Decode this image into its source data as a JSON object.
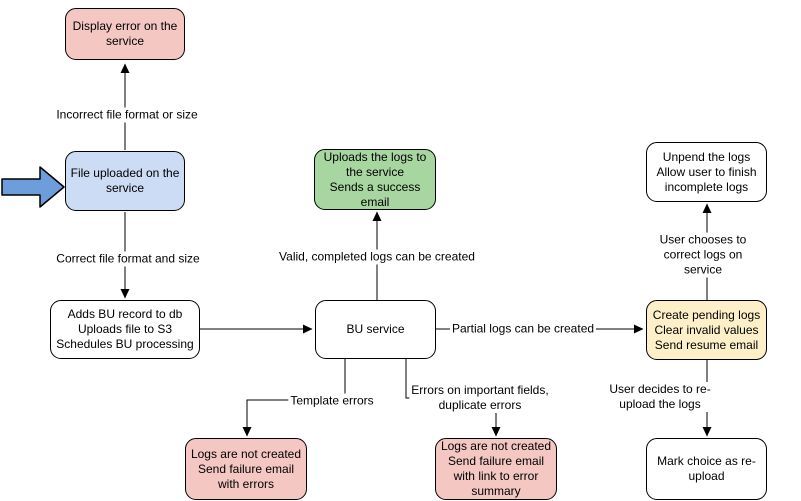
{
  "nodes": {
    "display_error": {
      "label": "Display error on the service",
      "fill": "#f4c7c3"
    },
    "file_uploaded": {
      "label": "File uploaded on the service",
      "fill": "#ccdcf4"
    },
    "adds_bu": {
      "label": "Adds BU record to db\nUploads file to S3\nSchedules BU processing",
      "fill": "#ffffff"
    },
    "bu_service": {
      "label": "BU service",
      "fill": "#ffffff"
    },
    "success": {
      "label": "Uploads the logs to the service\nSends a success email",
      "fill": "#a8d6a0"
    },
    "failure_template": {
      "label": "Logs are not created\nSend failure email with errors",
      "fill": "#f4c7c3"
    },
    "failure_fields": {
      "label": "Logs are not created\nSend failure email with link to error summary",
      "fill": "#f4c7c3"
    },
    "pending": {
      "label": "Create pending logs\nClear invalid values\nSend resume email",
      "fill": "#fdf0c9"
    },
    "unpend": {
      "label": "Unpend the logs\nAllow user to finish incomplete logs",
      "fill": "#ffffff"
    },
    "mark_reupload": {
      "label": "Mark choice as re-upload",
      "fill": "#ffffff"
    }
  },
  "edge_labels": {
    "incorrect_format": "Incorrect file format or size",
    "correct_format": "Correct file format and size",
    "valid_logs": "Valid, completed logs can be created",
    "partial_logs": "Partial logs can be created",
    "template_errors": "Template errors",
    "field_errors": "Errors on important fields,\nduplicate errors",
    "correct_on_service": "User chooses to correct logs on service",
    "reupload": "User decides to re-upload the logs"
  },
  "entry_arrow": {
    "fill": "#6e9ddb",
    "stroke": "#000000"
  },
  "line_color": "#000000"
}
